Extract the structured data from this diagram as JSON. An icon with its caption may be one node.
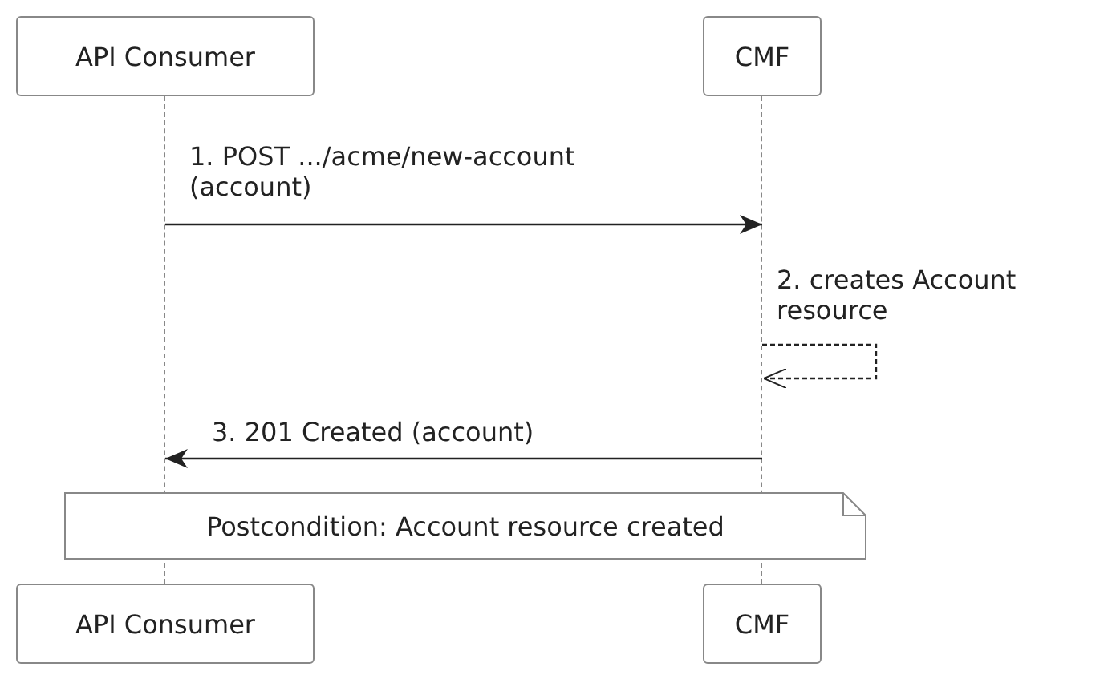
{
  "diagram": {
    "nodes": [
      {
        "text": [
          "API Consumer"
        ]
      },
      {
        "text": [
          "CMF"
        ]
      },
      {
        "text": [],
        "shape": "line"
      },
      {
        "text": [],
        "shape": "line"
      },
      {
        "text": [
          "Postcondition: Account resource created"
        ]
      },
      {
        "text": [
          "API Consumer"
        ]
      },
      {
        "text": [
          "CMF"
        ]
      }
    ],
    "edges": [
      {
        "from": 2,
        "to": 3,
        "arrow": "to",
        "label": "1. POST .../acme/new-account (account)"
      },
      {
        "from": 3,
        "to": 3,
        "arrow": "to",
        "style": "dashed",
        "label": "2. creates Account resource"
      },
      {
        "from": 3,
        "to": 2,
        "arrow": "to",
        "label": "3. 201 Created (account)"
      }
    ]
  }
}
